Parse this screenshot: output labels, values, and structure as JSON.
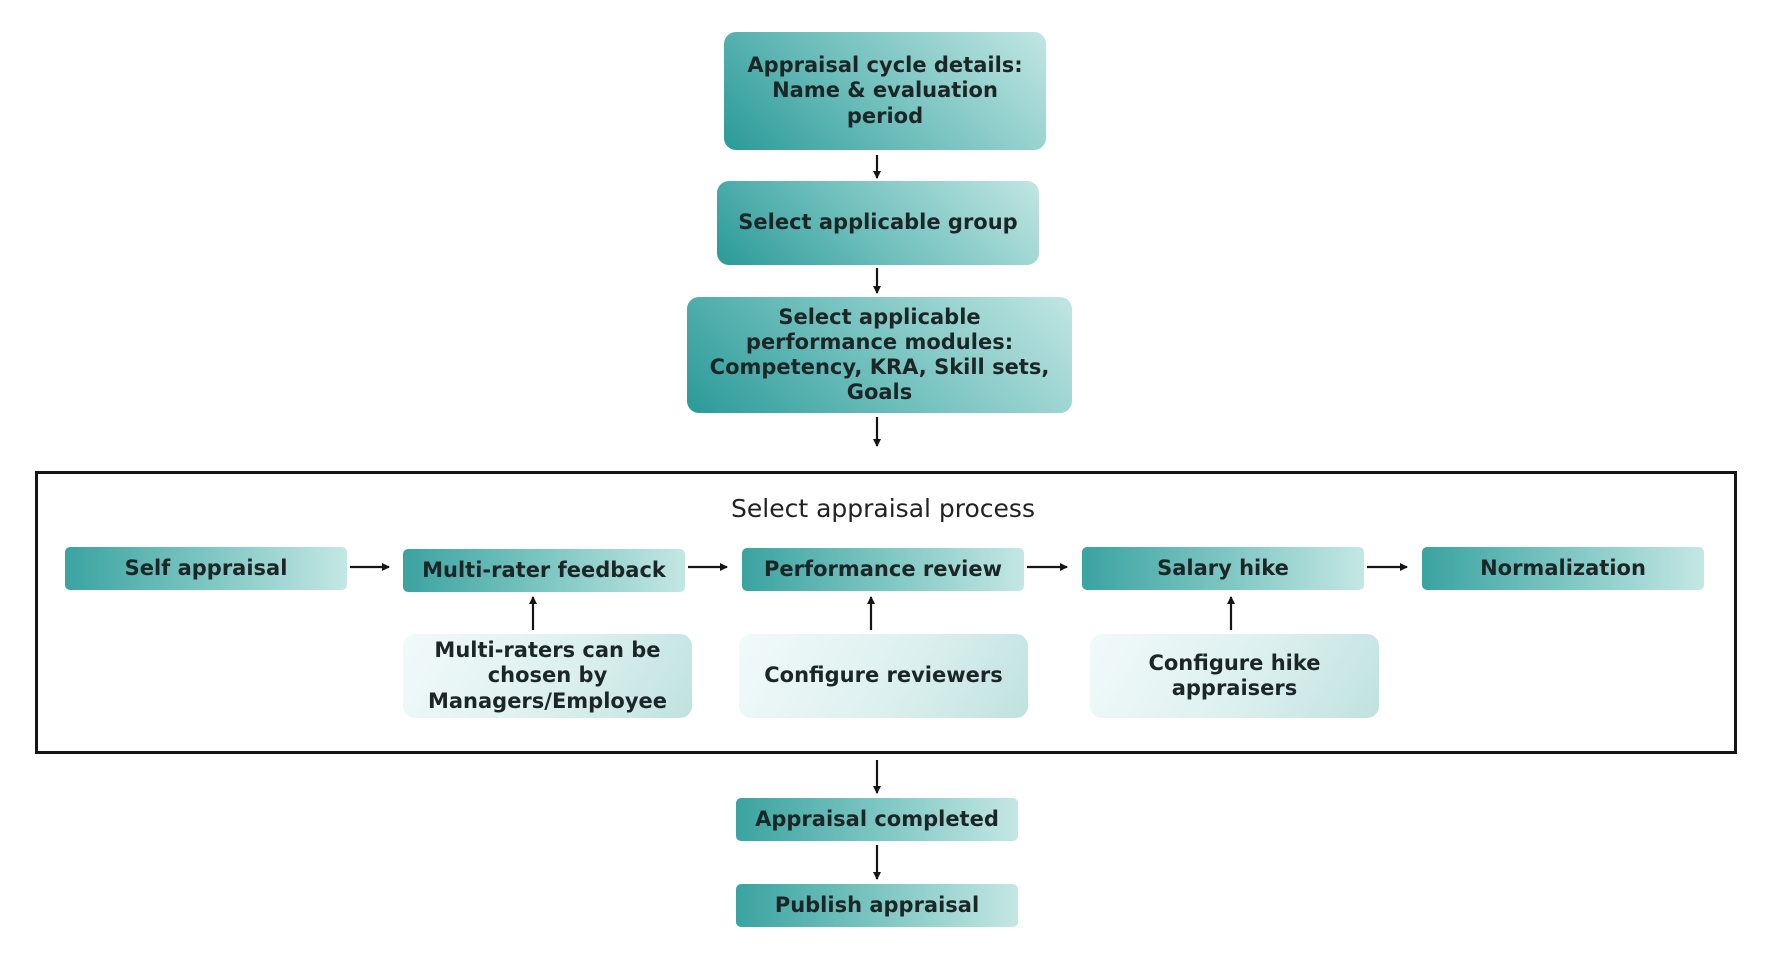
{
  "flow": {
    "cycle_details": "Appraisal cycle details: Name & evaluation period",
    "select_group": "Select applicable group",
    "select_modules": "Select applicable performance modules: Competency, KRA, Skill sets, Goals"
  },
  "process": {
    "title": "Select appraisal process",
    "steps": [
      {
        "label": "Self appraisal"
      },
      {
        "label": "Multi-rater feedback"
      },
      {
        "label": "Performance review"
      },
      {
        "label": "Salary hike"
      },
      {
        "label": "Normalization"
      }
    ],
    "configs": [
      {
        "label": "Multi-raters can be chosen by Managers/Employee"
      },
      {
        "label": "Configure reviewers"
      },
      {
        "label": "Configure hike appraisers"
      }
    ]
  },
  "outcome": {
    "completed": "Appraisal completed",
    "publish": "Publish appraisal"
  },
  "colors": {
    "teal_dark": "#2a9a98",
    "teal_mid": "#6fbfbc",
    "teal_light": "#c1e6e3",
    "frame": "#151515"
  }
}
